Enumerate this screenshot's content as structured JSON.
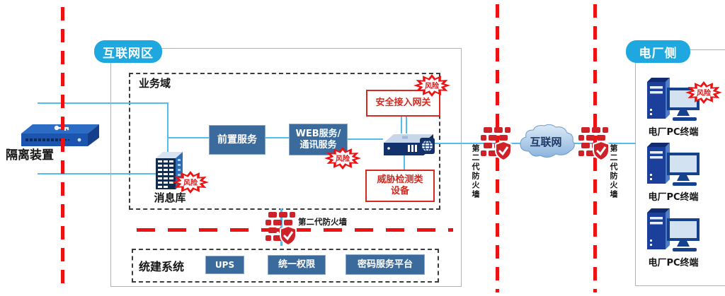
{
  "zones": {
    "internet_area": {
      "label": "互联网区"
    },
    "plant_side": {
      "label": "电厂侧"
    }
  },
  "devices": {
    "isolation_device": {
      "label": "隔离装置"
    },
    "message_store": {
      "label": "消息库"
    }
  },
  "business_domain": {
    "label": "业务域",
    "front_service": {
      "label": "前置服务"
    },
    "web_service": {
      "line1": "WEB服务/",
      "line2": "通讯服务"
    },
    "secure_gateway": {
      "label": "安全接入网关"
    },
    "threat_detection": {
      "line1": "威胁检测类",
      "line2": "设备"
    }
  },
  "unified_system": {
    "label": "统建系统",
    "items": [
      {
        "label": "UPS"
      },
      {
        "label": "统一权限"
      },
      {
        "label": "密码服务平台"
      }
    ]
  },
  "firewall": {
    "label": "第二代防火墙"
  },
  "internet_cloud": {
    "label": "互联网"
  },
  "plant_pcs": [
    {
      "label": "电厂PC终端"
    },
    {
      "label": "电厂PC终端"
    },
    {
      "label": "电厂PC终端"
    }
  ],
  "risk_badge": {
    "label": "风险"
  },
  "colors": {
    "zone_label_bg": "#1fa7e0",
    "steel_blue_box": "#3a6b9c",
    "dash_red": "#ee1111",
    "brick_red": "#cf2128",
    "line_blue": "#55bdee",
    "navy": "#16418c"
  }
}
